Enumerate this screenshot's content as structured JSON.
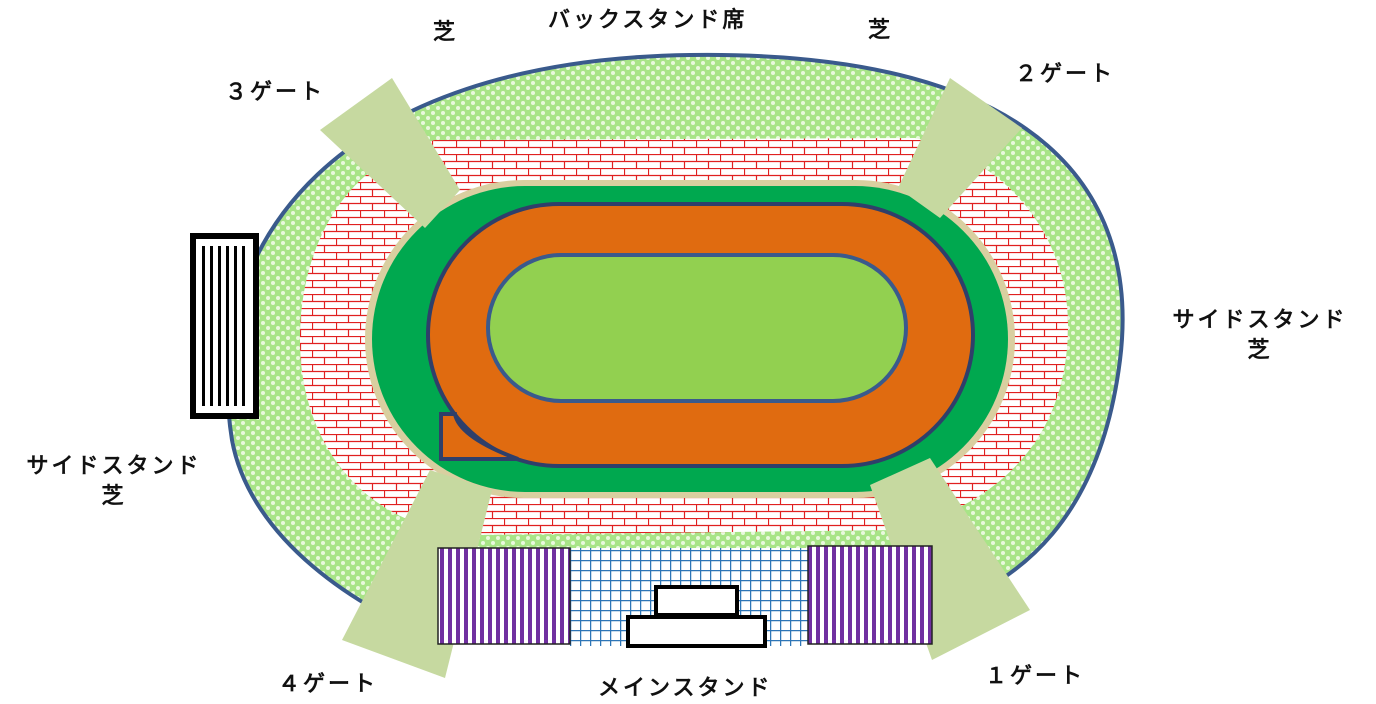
{
  "labels": {
    "back_stand": "バックスタンド席",
    "back_lawn_left": "芝",
    "back_lawn_right": "芝",
    "gate1": "１ゲート",
    "gate2": "２ゲート",
    "gate3": "３ゲート",
    "gate4": "４ゲート",
    "side_stand_right": "サイドスタンド",
    "side_stand_right_lawn": "芝",
    "side_stand_left": "サイドスタンド",
    "side_stand_left_lawn": "芝",
    "main_stand": "メインスタンド"
  },
  "colors": {
    "lawn": "#9fe07a",
    "lawn_dot": "#ffffff",
    "seats_brick": "#e02020",
    "field_green": "#00a84f",
    "track": "#e06b10",
    "infield": "#92d050",
    "outline": "#3a5a8c",
    "gate": "#c6d9a0",
    "main_stand_grid": "#2e75b6",
    "vip_stripes": "#7030a0",
    "scoreboard": "#000000"
  }
}
